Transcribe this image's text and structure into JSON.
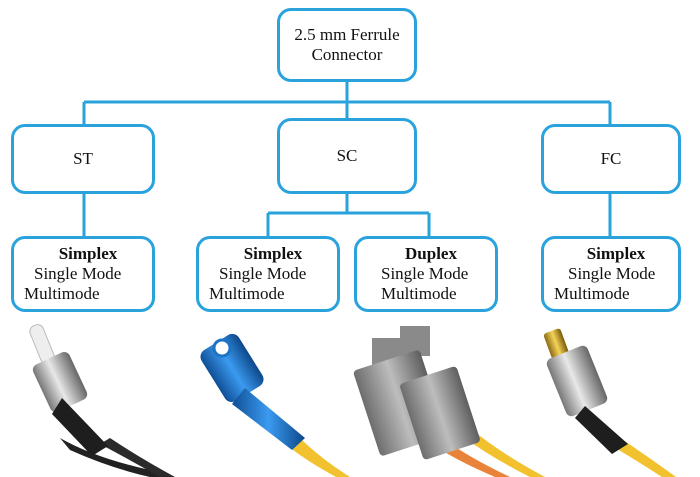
{
  "root": {
    "line1": "2.5 mm Ferrule",
    "line2": "Connector"
  },
  "types": [
    {
      "label": "ST"
    },
    {
      "label": "SC"
    },
    {
      "label": "FC"
    }
  ],
  "variants": [
    {
      "kind": "Simplex",
      "mode1": "Single Mode",
      "mode2": "Multimode"
    },
    {
      "kind": "Simplex",
      "mode1": "Single Mode",
      "mode2": "Multimode"
    },
    {
      "kind": "Duplex",
      "mode1": "Single Mode",
      "mode2": "Multimode"
    },
    {
      "kind": "Simplex",
      "mode1": "Single Mode",
      "mode2": "Multimode"
    }
  ],
  "colors": {
    "border": "#2aa3dd",
    "cable_yellow": "#f2c12e",
    "cable_orange": "#e9833a",
    "boot_blue": "#1d73c4"
  },
  "photos": [
    {
      "icon": "st-connector-photo-icon"
    },
    {
      "icon": "sc-simplex-connector-photo-icon"
    },
    {
      "icon": "sc-duplex-connector-photo-icon"
    },
    {
      "icon": "fc-connector-photo-icon"
    }
  ]
}
